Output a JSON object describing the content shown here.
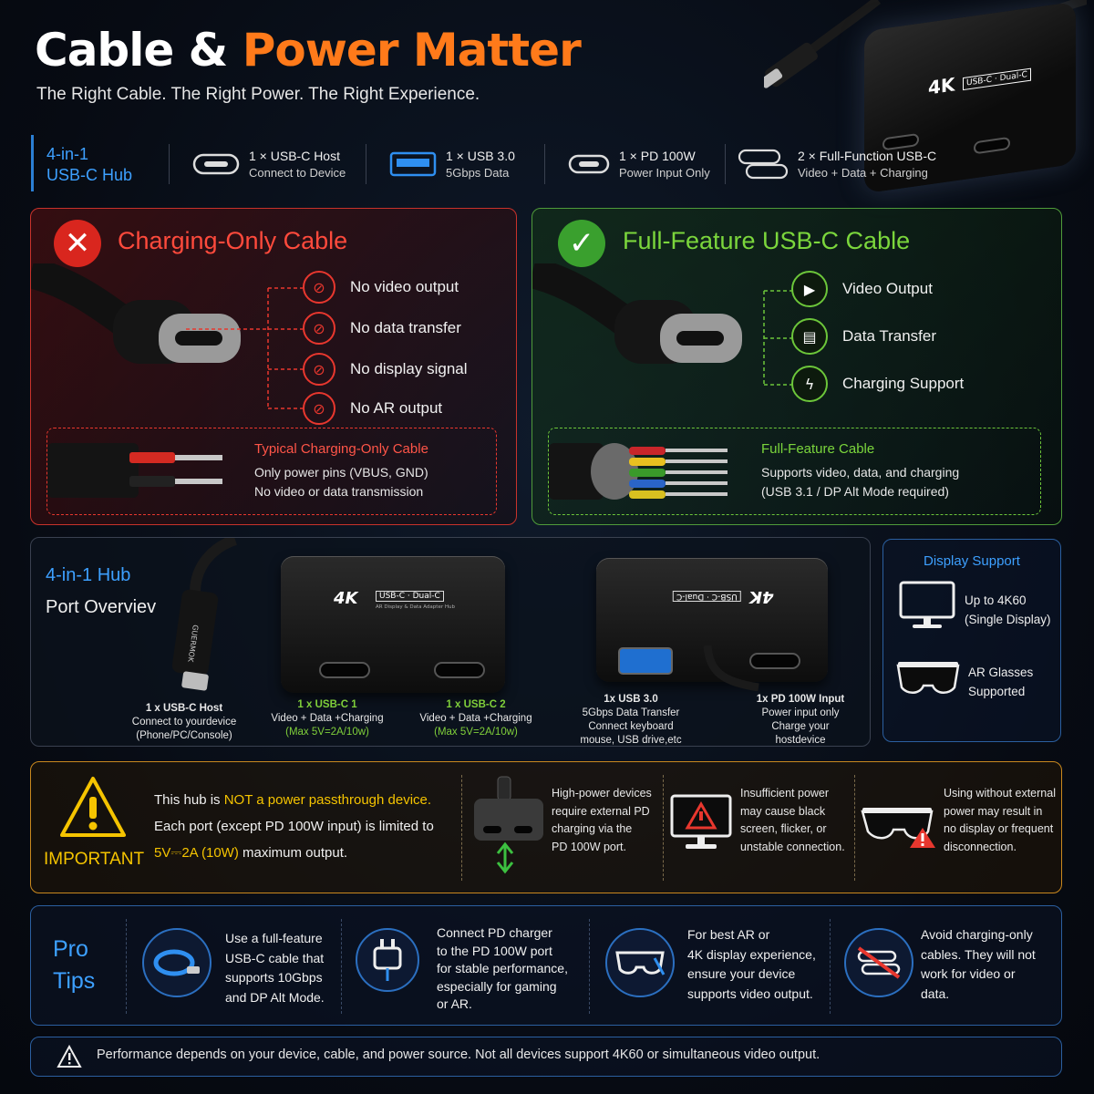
{
  "header": {
    "title_part1": "Cable &",
    "title_part2": "Power Matter",
    "subtitle": "The Right Cable. The Right Power. The Right Experience."
  },
  "hero": {
    "brand": "GUERMOK",
    "hub_label_4k": "4K",
    "hub_label_type": "USB-C · Dual-C"
  },
  "spec_bar": {
    "hub_label_line1": "4-in-1",
    "hub_label_line2": "USB-C Hub",
    "items": [
      {
        "title": "1 × USB-C Host",
        "desc": "Connect to Device",
        "icon": "usb-c-port-icon"
      },
      {
        "title": "1 × USB 3.0",
        "desc": "5Gbps Data",
        "icon": "usb-a-port-icon"
      },
      {
        "title": "1 × PD 100W",
        "desc": "Power Input Only",
        "icon": "pd-port-icon"
      },
      {
        "title": "2 × Full-Function USB-C",
        "desc": "Video + Data + Charging",
        "icon": "dual-usb-c-icon"
      }
    ]
  },
  "charging_only": {
    "title": "Charging-Only Cable",
    "features": [
      "No video output",
      "No data transfer",
      "No display signal",
      "No AR output"
    ],
    "box_title": "Typical Charging-Only Cable",
    "box_line1": "Only power pins (VBUS, GND)",
    "box_line2": "No video or data transmission",
    "accent": "#e8372e"
  },
  "full_feature": {
    "title": "Full-Feature USB-C Cable",
    "features": [
      "Video Output",
      "Data Transfer",
      "Charging Support"
    ],
    "box_title": "Full-Feature Cable",
    "box_line1": "Supports video, data, and charging",
    "box_line2": "(USB 3.1 / DP Alt Mode required)",
    "accent": "#6cc63a"
  },
  "ports": {
    "heading_line1": "4-in-1 Hub",
    "heading_line2": "Port Overviev",
    "host": {
      "title": "1 x USB-C Host",
      "line1": "Connect to yourdevice",
      "line2": "(Phone/PC/Console)"
    },
    "c1": {
      "title": "1 x USB-C 1",
      "line1": "Video + Data +Charging",
      "line2": "(Max 5V=2A/10w)"
    },
    "c2": {
      "title": "1 x USB-C 2",
      "line1": "Video + Data +Charging",
      "line2": "(Max 5V=2A/10w)"
    },
    "usb3": {
      "title": "1x USB 3.0",
      "line1": "5Gbps Data Transfer",
      "line2": "Connect keyboard",
      "line3": "mouse, USB drive,etc"
    },
    "pd": {
      "title": "1x PD 100W Input",
      "line1": "Power input only",
      "line2": "Charge your",
      "line3": "hostdevice"
    },
    "hub_4k": "4K",
    "hub_type": "USB-C · Dual-C",
    "hub_sub": "AR Display & Data Adapter Hub"
  },
  "display_support": {
    "title": "Display Support",
    "monitor_line1": "Up to 4K60",
    "monitor_line2": "(Single Display)",
    "ar_line1": "AR Glasses",
    "ar_line2": "Supported"
  },
  "important": {
    "label": "IMPORTANT",
    "line1_pre": "This hub is ",
    "line1_hl": "NOT a power passthrough device.",
    "line2": "Each port (except PD 100W input) is limited to",
    "line3_hl": "5V⎓2A (10W)",
    "line3_post": " maximum output.",
    "col1": [
      "High-power devices",
      "require external PD",
      "charging via the",
      "PD 100W port."
    ],
    "col2": [
      "Insufficient power",
      "may cause black",
      "screen, flicker, or",
      "unstable connection."
    ],
    "col3": [
      "Using without external",
      "power may result in",
      "no display or frequent",
      "disconnection."
    ]
  },
  "tips": {
    "label_line1": "Pro",
    "label_line2": "Tips",
    "tip1": [
      "Use a full-feature",
      "USB-C cable that",
      "supports 10Gbps",
      "and DP Alt Mode."
    ],
    "tip2": [
      "Connect PD charger",
      "to the PD 100W port",
      "for stable performance,",
      "especially for gaming",
      "or AR."
    ],
    "tip3": [
      "For best AR or",
      "4K display experience,",
      "ensure your device",
      "supports video output."
    ],
    "tip4": [
      "Avoid charging-only",
      "cables. They will not",
      "work for video or",
      "data."
    ]
  },
  "footer": {
    "text": "Performance depends on your device, cable, and power source. Not all devices support 4K60 or simultaneous video output."
  }
}
